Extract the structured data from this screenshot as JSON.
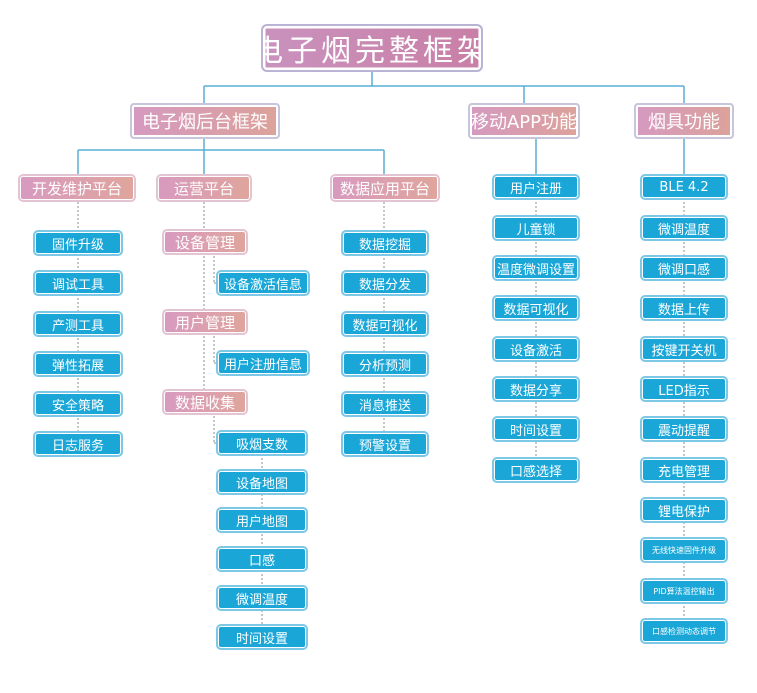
{
  "root": "电子烟完整框架",
  "backend": {
    "title": "电子烟后台框架",
    "dev": {
      "title": "开发维护平台",
      "items": [
        "固件升级",
        "调试工具",
        "产测工具",
        "弹性拓展",
        "安全策略",
        "日志服务"
      ]
    },
    "ops": {
      "title": "运营平台",
      "device_mgmt": {
        "title": "设备管理",
        "items": [
          "设备激活信息"
        ]
      },
      "user_mgmt": {
        "title": "用户管理",
        "items": [
          "用户注册信息"
        ]
      },
      "data_collect": {
        "title": "数据收集",
        "items": [
          "吸烟支数",
          "设备地图",
          "用户地图",
          "口感",
          "微调温度",
          "时间设置"
        ]
      }
    },
    "data_app": {
      "title": "数据应用平台",
      "items": [
        "数据挖掘",
        "数据分发",
        "数据可视化",
        "分析预测",
        "消息推送",
        "预警设置"
      ]
    }
  },
  "mobile": {
    "title": "移动APP功能",
    "items": [
      "用户注册",
      "儿童锁",
      "温度微调设置",
      "数据可视化",
      "设备激活",
      "数据分享",
      "时间设置",
      "口感选择"
    ]
  },
  "device": {
    "title": "烟具功能",
    "items": [
      "BLE 4.2",
      "微调温度",
      "微调口感",
      "数据上传",
      "按键开关机",
      "LED指示",
      "震动提醒",
      "充电管理",
      "锂电保护",
      "无线快速固件升级",
      "PID算法温控输出",
      "口感检测动态调节"
    ]
  }
}
